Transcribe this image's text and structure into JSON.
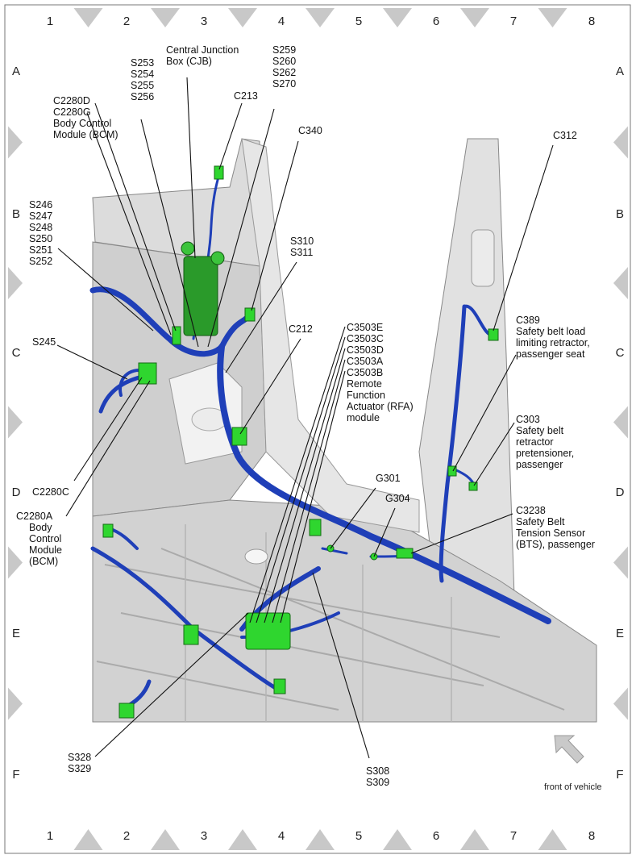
{
  "grid": {
    "columns": [
      "1",
      "2",
      "3",
      "4",
      "5",
      "6",
      "7",
      "8"
    ],
    "rows": [
      "A",
      "B",
      "C",
      "D",
      "E",
      "F"
    ]
  },
  "labels": {
    "cjb": [
      "Central Junction",
      "Box (CJB)"
    ],
    "s253": [
      "S253",
      "S254",
      "S255",
      "S256"
    ],
    "s259": [
      "S259",
      "S260",
      "S262",
      "S270"
    ],
    "c213": [
      "C213"
    ],
    "c2280d": [
      "C2280D",
      "C2280G",
      "Body Control",
      "Module (BCM)"
    ],
    "c340": [
      "C340"
    ],
    "c312": [
      "C312"
    ],
    "s246": [
      "S246",
      "S247",
      "S248",
      "S250",
      "S251",
      "S252"
    ],
    "s310": [
      "S310",
      "S311"
    ],
    "c212": [
      "C212"
    ],
    "c389": [
      "C389",
      "Safety belt load",
      "limiting retractor,",
      "passenger seat"
    ],
    "s245": [
      "S245"
    ],
    "c3503": [
      "C3503E",
      "C3503C",
      "C3503D",
      "C3503A",
      "C3503B",
      "Remote",
      "Function",
      "Actuator (RFA)",
      "module"
    ],
    "c303": [
      "C303",
      "Safety belt",
      "retractor",
      "pretensioner,",
      "passenger"
    ],
    "c2280c": [
      "C2280C"
    ],
    "c2280a": [
      "C2280A",
      "Body",
      "Control",
      "Module",
      "(BCM)"
    ],
    "g301": [
      "G301"
    ],
    "g304": [
      "G304"
    ],
    "c3238": [
      "C3238",
      "Safety Belt",
      "Tension Sensor",
      "(BTS), passenger"
    ],
    "s328": [
      "S328",
      "S329"
    ],
    "s308": [
      "S308",
      "S309"
    ]
  },
  "front_of_vehicle": "front of vehicle",
  "colors": {
    "harness": "#1f3fb8",
    "connector": "#2fd62f",
    "module": "#2a9a2a",
    "body": "#d9d9d9"
  }
}
